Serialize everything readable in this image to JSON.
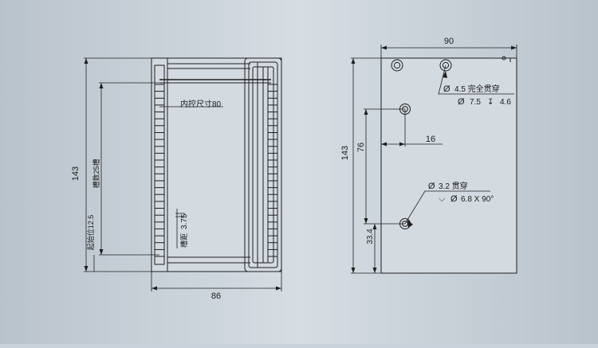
{
  "front_view": {
    "height_total": "143",
    "width_total": "86",
    "slot_count": "槽数25槽",
    "inner_size": "内控尺寸80",
    "slot_pitch_label": "槽距",
    "slot_pitch_value": "3.75",
    "start_position": "起始位12.5"
  },
  "side_view": {
    "width_total": "90",
    "height_total": "143",
    "hole_spacing_vertical": "76",
    "hole_offset_horizontal": "16",
    "bottom_offset": "33.4",
    "callout_top_line1": "4.5 完全贯穿",
    "callout_top_line2": "7.5",
    "callout_top_line2_depth": "4.6",
    "callout_bottom_line1": "3.2 贯穿",
    "callout_bottom_line2": "6.8 X 90°"
  },
  "symbols": {
    "diameter": "Ø",
    "depth": "↧"
  },
  "colors": {
    "background": "#c9d2da",
    "line": "#1f1f1f",
    "part_fill": "#d3dae0"
  }
}
